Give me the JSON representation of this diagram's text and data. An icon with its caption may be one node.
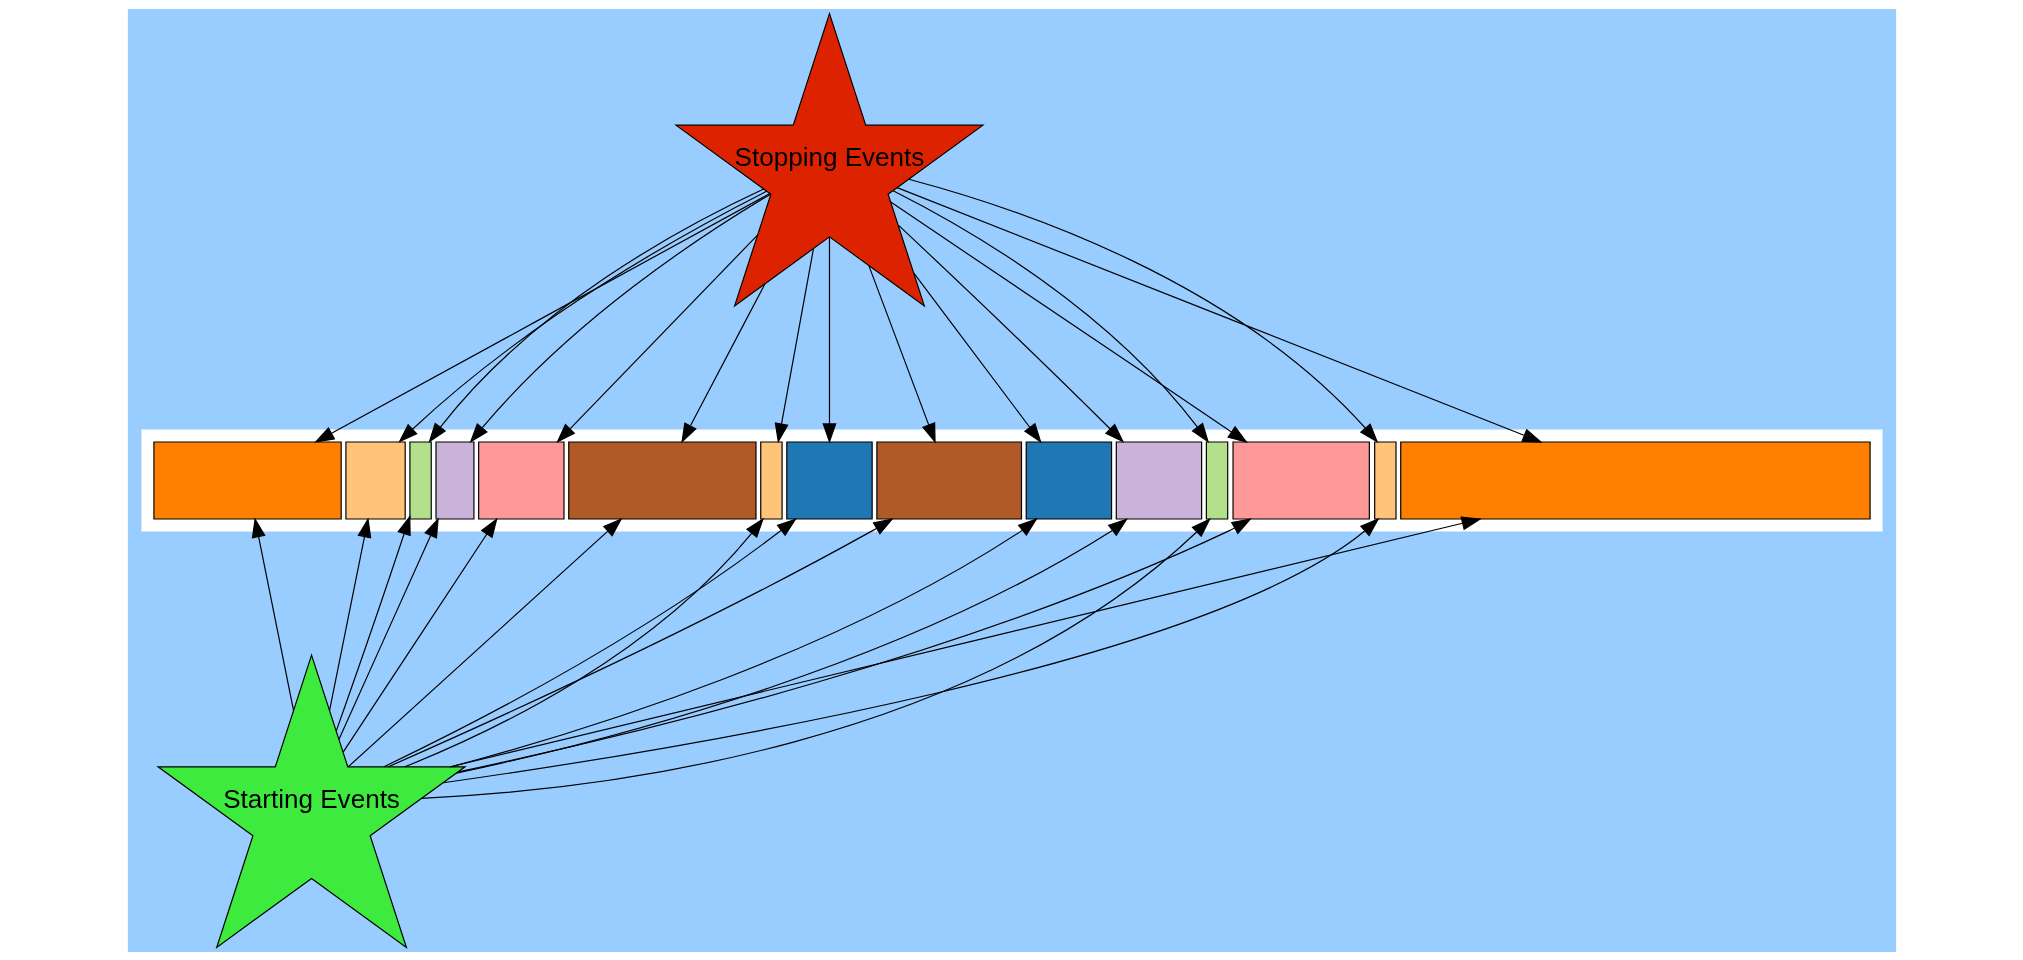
{
  "diagram": {
    "nodes": [
      {
        "text": [
          "Stopping Events"
        ]
      },
      {
        "text": [],
        "shape": "box"
      },
      {
        "text": [],
        "shape": "box",
        "in": 1
      },
      {
        "text": [],
        "shape": "box",
        "in": 1
      },
      {
        "text": [],
        "shape": "box",
        "in": 1
      },
      {
        "text": [],
        "shape": "box",
        "in": 1
      },
      {
        "text": [],
        "shape": "box",
        "in": 1
      },
      {
        "text": [],
        "shape": "box",
        "in": 1
      },
      {
        "text": [],
        "shape": "box",
        "in": 1
      },
      {
        "text": [],
        "shape": "box",
        "in": 1
      },
      {
        "text": [],
        "shape": "box",
        "in": 1
      },
      {
        "text": [],
        "shape": "box",
        "in": 1
      },
      {
        "text": [],
        "shape": "box",
        "in": 1
      },
      {
        "text": [],
        "shape": "box",
        "in": 1
      },
      {
        "text": [],
        "shape": "box",
        "in": 1
      },
      {
        "text": [],
        "shape": "box",
        "in": 1
      },
      {
        "text": [],
        "shape": "box",
        "in": 1
      },
      {
        "text": [
          "Starting Events"
        ]
      }
    ],
    "edges": [
      {
        "from": 0,
        "to": 2,
        "arrow": "to"
      },
      {
        "from": 0,
        "to": 3,
        "arrow": "to"
      },
      {
        "from": 0,
        "to": 4,
        "arrow": "to"
      },
      {
        "from": 0,
        "to": 5,
        "arrow": "to"
      },
      {
        "from": 0,
        "to": 6,
        "arrow": "to"
      },
      {
        "from": 0,
        "to": 7,
        "arrow": "to"
      },
      {
        "from": 0,
        "to": 8,
        "arrow": "to"
      },
      {
        "from": 0,
        "to": 9,
        "arrow": "to"
      },
      {
        "from": 0,
        "to": 10,
        "arrow": "to"
      },
      {
        "from": 0,
        "to": 11,
        "arrow": "to"
      },
      {
        "from": 0,
        "to": 12,
        "arrow": "to"
      },
      {
        "from": 0,
        "to": 13,
        "arrow": "to"
      },
      {
        "from": 0,
        "to": 14,
        "arrow": "to"
      },
      {
        "from": 0,
        "to": 15,
        "arrow": "to"
      },
      {
        "from": 0,
        "to": 16,
        "arrow": "to"
      },
      {
        "from": 17,
        "to": 2,
        "arrow": "to"
      },
      {
        "from": 17,
        "to": 3,
        "arrow": "to"
      },
      {
        "from": 17,
        "to": 4,
        "arrow": "to"
      },
      {
        "from": 17,
        "to": 5,
        "arrow": "to"
      },
      {
        "from": 17,
        "to": 6,
        "arrow": "to"
      },
      {
        "from": 17,
        "to": 7,
        "arrow": "to"
      },
      {
        "from": 17,
        "to": 8,
        "arrow": "to"
      },
      {
        "from": 17,
        "to": 9,
        "arrow": "to"
      },
      {
        "from": 17,
        "to": 10,
        "arrow": "to"
      },
      {
        "from": 17,
        "to": 11,
        "arrow": "to"
      },
      {
        "from": 17,
        "to": 12,
        "arrow": "to"
      },
      {
        "from": 17,
        "to": 13,
        "arrow": "to"
      },
      {
        "from": 17,
        "to": 14,
        "arrow": "to"
      },
      {
        "from": 17,
        "to": 15,
        "arrow": "to"
      },
      {
        "from": 17,
        "to": 16,
        "arrow": "to"
      }
    ]
  }
}
